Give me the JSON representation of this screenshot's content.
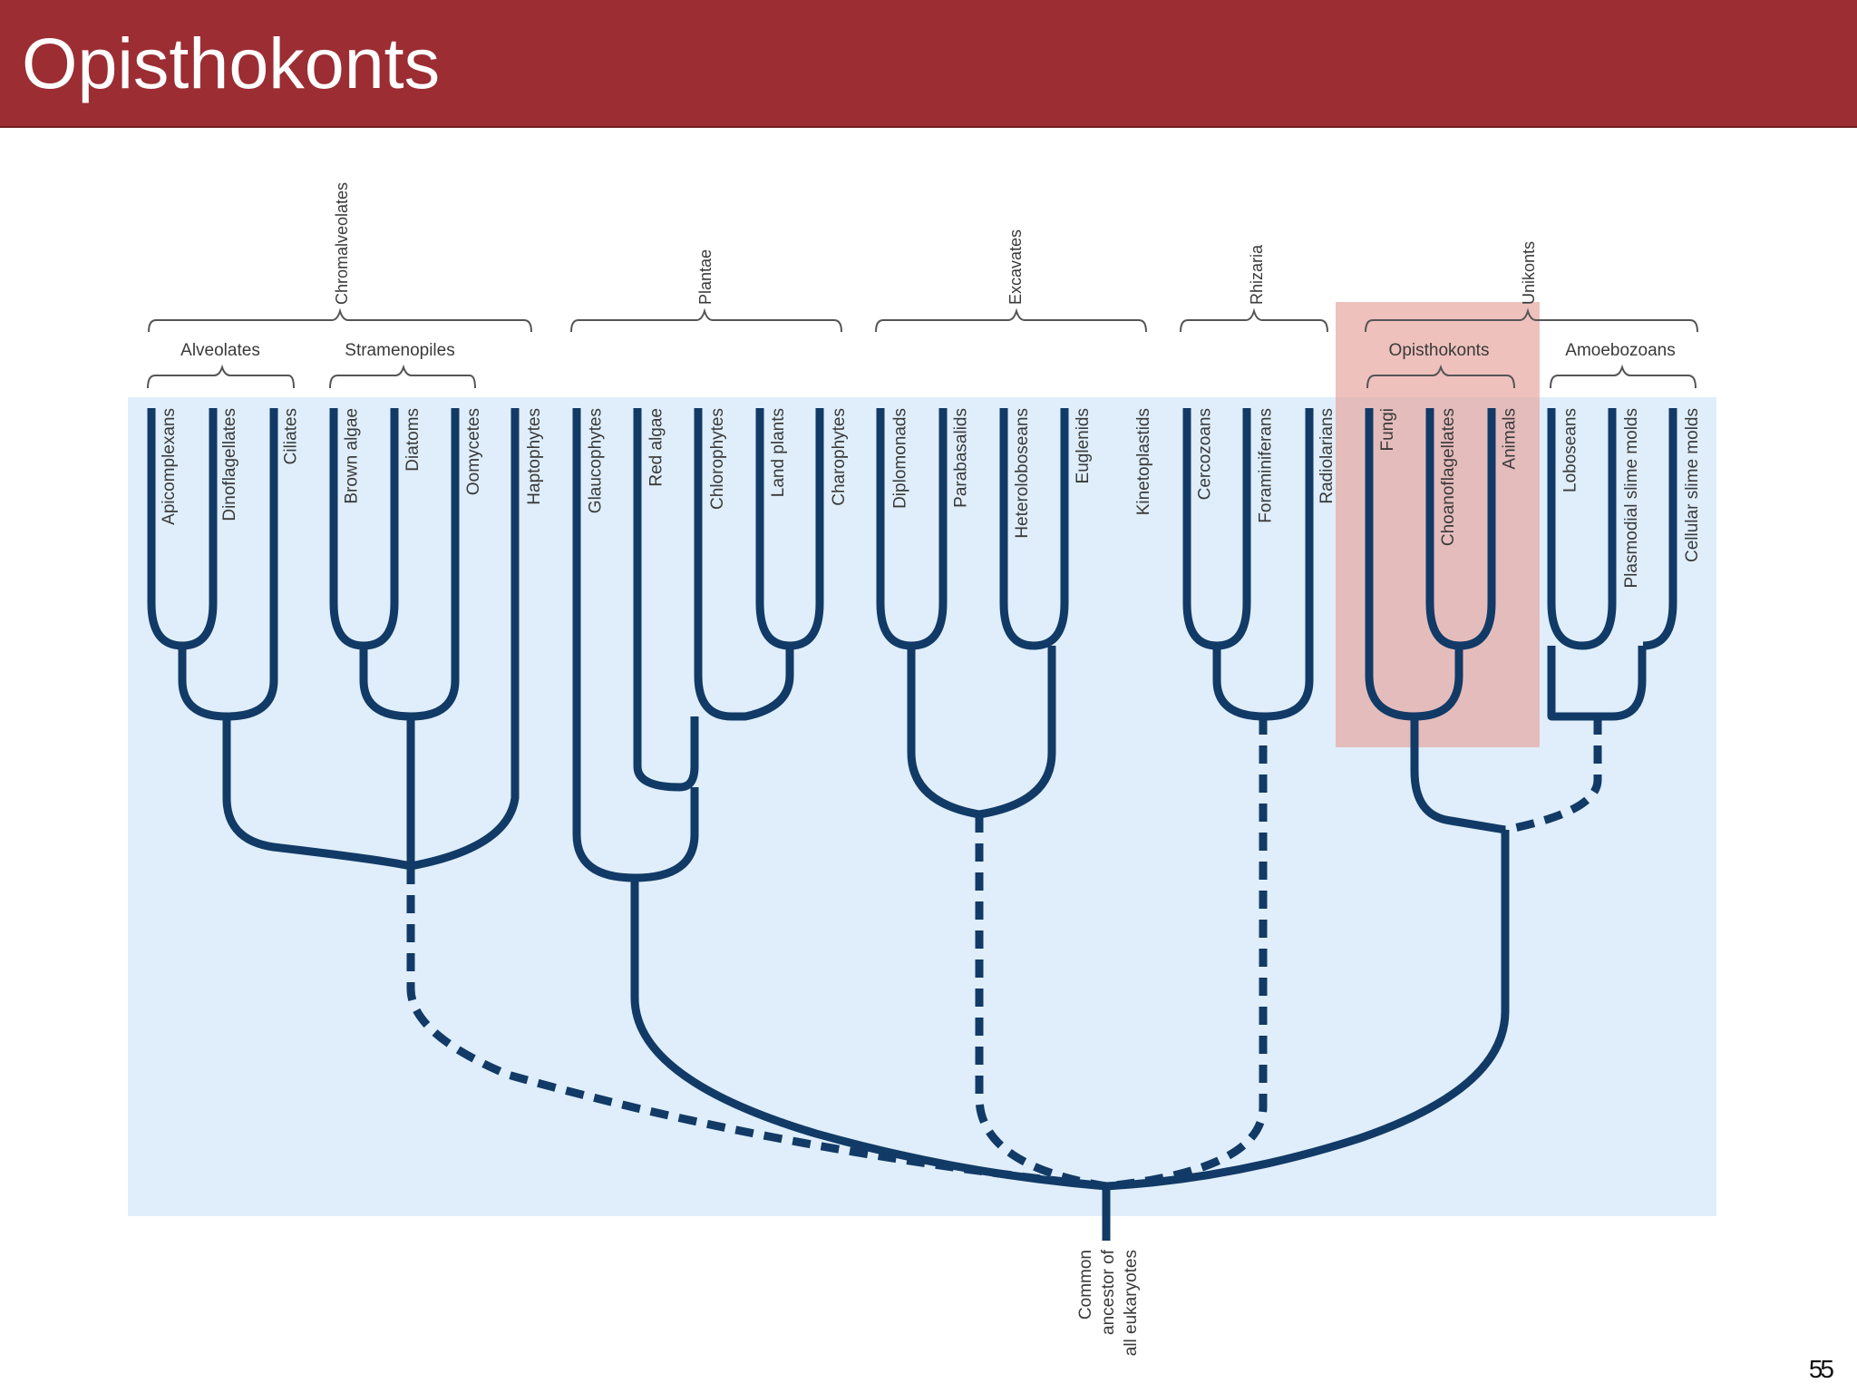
{
  "slide": {
    "title": "Opisthokonts",
    "page_number": "55"
  },
  "tree": {
    "taxa": [
      "Apicomplexans",
      "Dinoflagellates",
      "Ciliates",
      "Brown algae",
      "Diatoms",
      "Oomycetes",
      "Haptophytes",
      "Glaucophytes",
      "Red algae",
      "Chlorophytes",
      "Land plants",
      "Charophytes",
      "Diplomonads",
      "Parabasalids",
      "Heteroloboseans",
      "Euglenids",
      "Kinetoplastids",
      "Cercozoans",
      "Foraminiferans",
      "Radiolarians",
      "Fungi",
      "Choanoflagellates",
      "Animals",
      "Loboseans",
      "Plasmodial slime molds",
      "Cellular slime molds"
    ],
    "supergroups": [
      "Chromalveolates",
      "Plantae",
      "Excavates",
      "Rhizaria",
      "Unikonts"
    ],
    "subgroups": [
      "Alveolates",
      "Stramenopiles",
      "Opisthokonts",
      "Amoebozoans"
    ],
    "root_label": [
      "Common",
      "ancestor of",
      "all eukaryotes"
    ],
    "highlighted_group": "Opisthokonts",
    "colors": {
      "branch": "#123a66",
      "panel": "#dfeefa",
      "highlight": "#e7a9a3",
      "title_bar": "#9b2d33"
    }
  }
}
